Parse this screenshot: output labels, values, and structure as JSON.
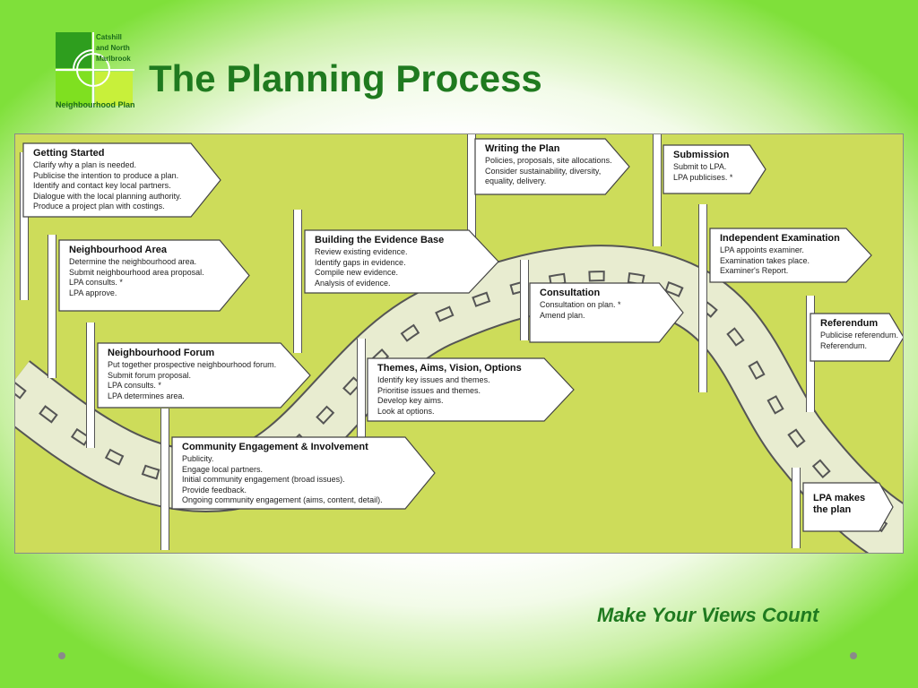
{
  "logo": {
    "name_lines": [
      "Catshill",
      "and North",
      "Marlbrook"
    ],
    "caption": "Neighbourhood Plan",
    "icon": "logo-squares-icon",
    "colors": {
      "dark": "#2e9e1e",
      "light": "#7fe020"
    }
  },
  "title": "The Planning Process",
  "footer": "Make Your Views Count",
  "signs": [
    {
      "id": "getting-started",
      "title": "Getting Started",
      "lines": [
        "Clarify why a plan is needed.",
        "Publicise the intention to produce a plan.",
        "Identify and contact key local partners.",
        "Dialogue with the local planning authority.",
        "Produce a project plan with costings."
      ]
    },
    {
      "id": "neighbourhood-area",
      "title": "Neighbourhood Area",
      "lines": [
        "Determine the neighbourhood area.",
        "Submit neighbourhood area proposal.",
        "LPA consults. *",
        "LPA approve."
      ]
    },
    {
      "id": "neighbourhood-forum",
      "title": "Neighbourhood Forum",
      "lines": [
        "Put together prospective neighbourhood forum.",
        "Submit forum proposal.",
        "LPA consults. *",
        "LPA determines area."
      ]
    },
    {
      "id": "community-engagement",
      "title": "Community Engagement & Involvement",
      "lines": [
        "Publicity.",
        "Engage local partners.",
        "Initial community engagement (broad issues).",
        "Provide feedback.",
        "Ongoing community engagement (aims, content, detail)."
      ]
    },
    {
      "id": "evidence-base",
      "title": "Building the Evidence Base",
      "lines": [
        "Review existing evidence.",
        "Identify gaps in evidence.",
        "Compile new evidence.",
        "Analysis of evidence."
      ]
    },
    {
      "id": "themes-aims",
      "title": "Themes, Aims, Vision, Options",
      "lines": [
        "Identify key issues and themes.",
        "Prioritise issues and themes.",
        "Develop key aims.",
        "Look at options."
      ]
    },
    {
      "id": "writing-plan",
      "title": "Writing the Plan",
      "lines": [
        "Policies, proposals, site allocations.",
        "Consider sustainability, diversity,",
        "equality, delivery."
      ]
    },
    {
      "id": "consultation",
      "title": "Consultation",
      "lines": [
        "Consultation on plan. *",
        "Amend plan."
      ]
    },
    {
      "id": "submission",
      "title": "Submission",
      "lines": [
        "Submit to LPA.",
        "LPA publicises. *"
      ]
    },
    {
      "id": "independent-examination",
      "title": "Independent Examination",
      "lines": [
        "LPA appoints examiner.",
        "Examination takes place.",
        "Examiner's Report."
      ]
    },
    {
      "id": "referendum",
      "title": "Referendum",
      "lines": [
        "Publicise referendum.",
        "Referendum."
      ]
    },
    {
      "id": "lpa-makes-plan",
      "title": "LPA makes the plan",
      "lines": []
    }
  ]
}
